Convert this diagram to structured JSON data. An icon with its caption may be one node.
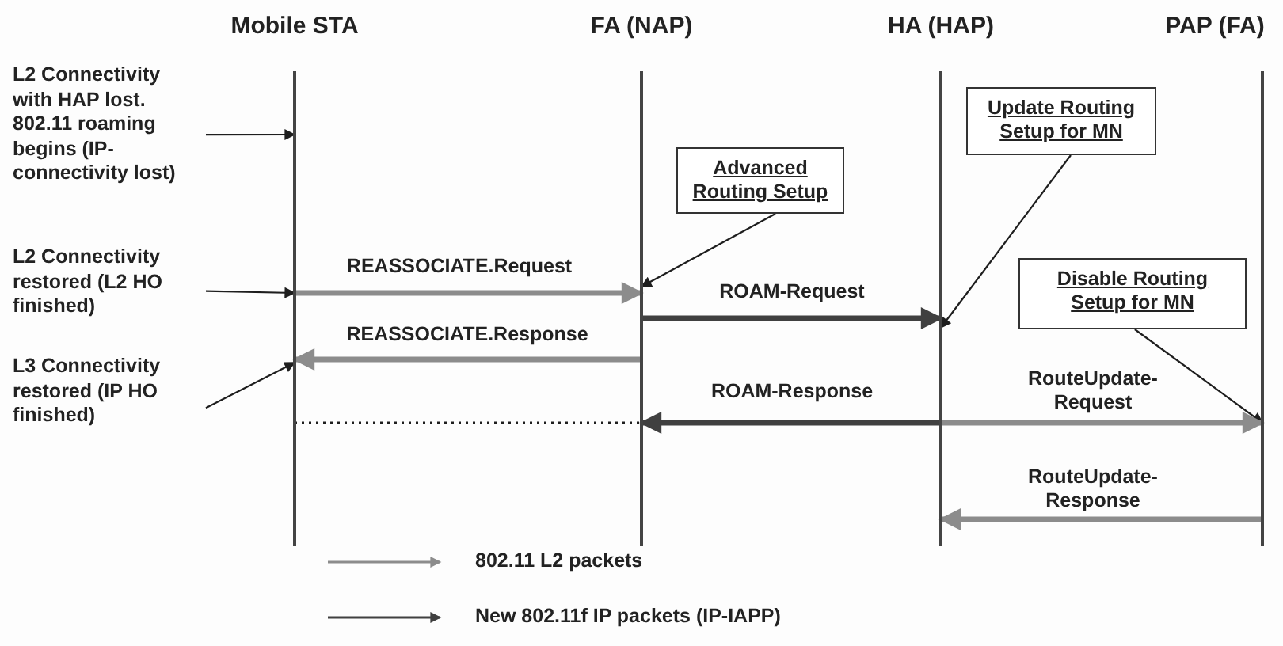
{
  "diagram": {
    "nodes": [
      {
        "text": [
          "Mobile STA"
        ]
      },
      {
        "text": [
          "FA (NAP)"
        ]
      },
      {
        "text": [
          "HA (HAP)"
        ]
      },
      {
        "text": [
          "PAP (FA)"
        ]
      },
      {
        "text": [
          "L2 Connectivity with HAP lost. 802.11 roaming begins (IP-connectivity lost)"
        ]
      },
      {
        "text": [
          "L2 Connectivity restored (L2 HO finished)"
        ]
      },
      {
        "text": [
          "L3 Connectivity restored (IP HO finished)"
        ]
      },
      {
        "text": [
          "Advanced Routing Setup"
        ]
      },
      {
        "text": [
          "Update Routing Setup for MN"
        ]
      },
      {
        "text": [
          "Disable Routing Setup for MN"
        ]
      }
    ],
    "edges": [
      {
        "from": 4,
        "to": 0,
        "arrow": "to"
      },
      {
        "from": 5,
        "to": 0,
        "arrow": "to"
      },
      {
        "from": 6,
        "to": 0,
        "arrow": "to"
      },
      {
        "from": 7,
        "to": 1,
        "arrow": "to"
      },
      {
        "from": 8,
        "to": 2,
        "arrow": "to"
      },
      {
        "from": 9,
        "to": 3,
        "arrow": "to"
      },
      {
        "from": 0,
        "to": 1,
        "arrow": "to",
        "label": "REASSOCIATE.Request",
        "style": "thick",
        "color": "#8c8c8c"
      },
      {
        "from": 1,
        "to": 2,
        "arrow": "to",
        "label": "ROAM-Request",
        "style": "thick",
        "color": "#404040"
      },
      {
        "from": 1,
        "to": 0,
        "arrow": "to",
        "label": "REASSOCIATE.Response",
        "style": "thick",
        "color": "#8c8c8c"
      },
      {
        "from": 0,
        "to": 1,
        "arrow": "none",
        "style": "dashed"
      },
      {
        "from": 2,
        "to": 1,
        "arrow": "to",
        "label": "ROAM-Response",
        "style": "thick",
        "color": "#404040"
      },
      {
        "from": 2,
        "to": 3,
        "arrow": "to",
        "label": "RouteUpdate-Request",
        "style": "thick",
        "color": "#8c8c8c"
      },
      {
        "from": 3,
        "to": 2,
        "arrow": "to",
        "label": "RouteUpdate-Response",
        "style": "thick",
        "color": "#8c8c8c"
      }
    ],
    "legend": [
      {
        "text": "802.11 L2 packets"
      },
      {
        "text": "New 802.11f IP packets (IP-IAPP)"
      }
    ]
  }
}
